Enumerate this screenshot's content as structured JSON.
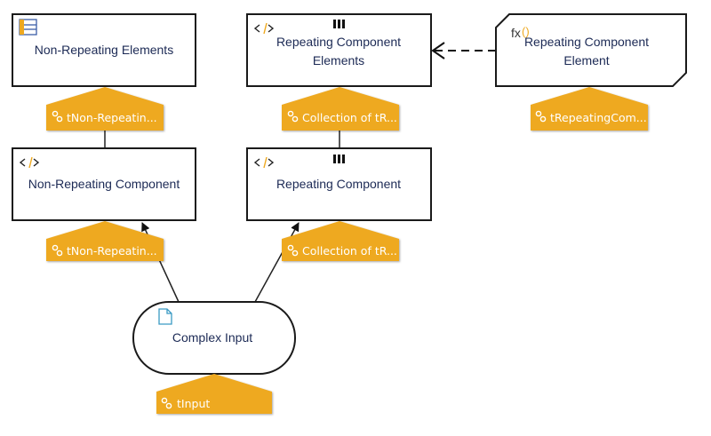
{
  "colors": {
    "tag": "#eea920",
    "node_border": "#1a1a1a",
    "label": "#1c2a55",
    "input_icon": "#3a9ac4"
  },
  "nodes": {
    "non_repeating_elements": {
      "label": "Non-Repeating Elements",
      "icon": "relation-table-icon",
      "type_ref": "tNon-Repeatin..."
    },
    "repeating_component_elements": {
      "label_line1": "Repeating Component",
      "label_line2": "Elements",
      "icon": "code-icon",
      "marker": "collection-icon",
      "type_ref": "Collection of tR..."
    },
    "repeating_component_element": {
      "label_line1": "Repeating Component",
      "label_line2": "Element",
      "icon": "function-icon",
      "icon_text": "fx",
      "icon_parens": "()",
      "type_ref": "tRepeatingCom..."
    },
    "non_repeating_component": {
      "label": "Non-Repeating Component",
      "icon": "code-icon",
      "type_ref": "tNon-Repeatin..."
    },
    "repeating_component": {
      "label": "Repeating Component",
      "icon": "code-icon",
      "marker": "collection-icon",
      "type_ref": "Collection of tR..."
    },
    "complex_input": {
      "label": "Complex Input",
      "icon": "document-icon",
      "type_ref": "tInput"
    }
  }
}
